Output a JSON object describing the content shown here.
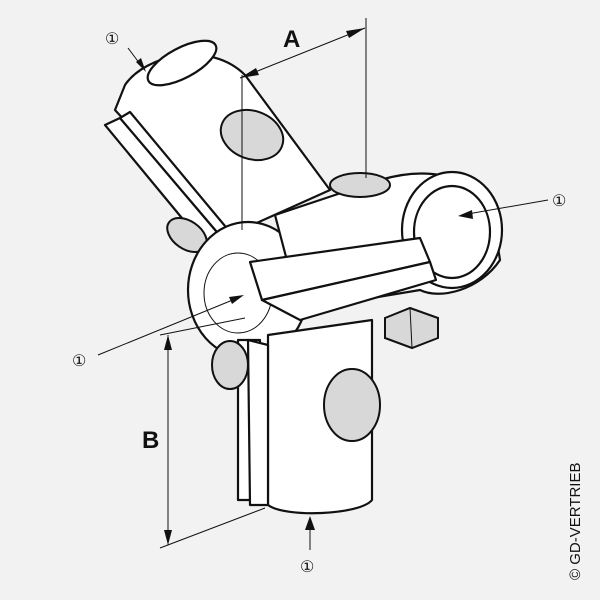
{
  "dimensions": {
    "a": "A",
    "b": "B"
  },
  "callout": {
    "symbol": "①"
  },
  "copyright": "© GD-VERTRIEB"
}
